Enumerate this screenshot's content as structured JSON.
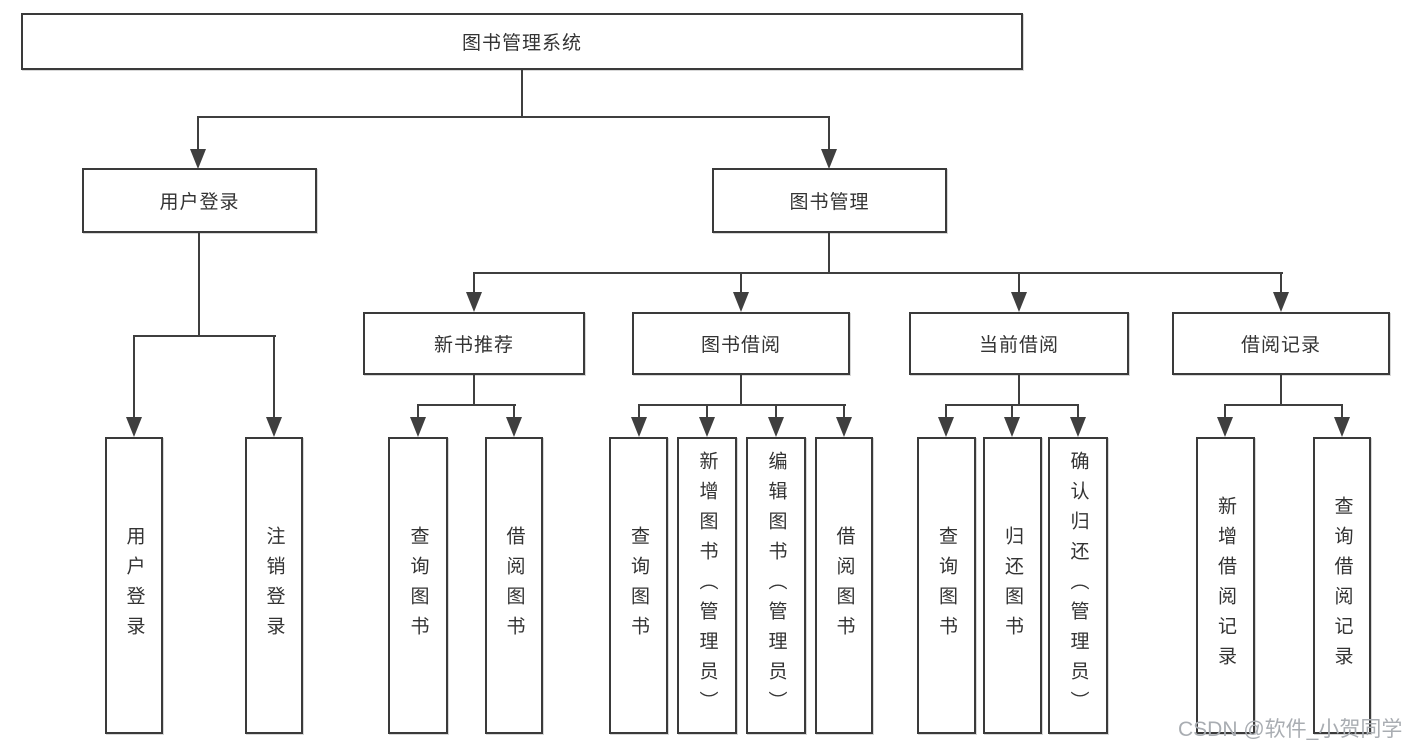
{
  "tree": {
    "root": {
      "label": "图书管理系统",
      "children": [
        {
          "label": "用户登录",
          "children": [
            {
              "label": "用户登录"
            },
            {
              "label": "注销登录"
            }
          ]
        },
        {
          "label": "图书管理",
          "children": [
            {
              "label": "新书推荐",
              "children": [
                {
                  "label": "查询图书"
                },
                {
                  "label": "借阅图书"
                }
              ]
            },
            {
              "label": "图书借阅",
              "children": [
                {
                  "label": "查询图书"
                },
                {
                  "label": "新增图书（管理员）"
                },
                {
                  "label": "编辑图书（管理员）"
                },
                {
                  "label": "借阅图书"
                }
              ]
            },
            {
              "label": "当前借阅",
              "children": [
                {
                  "label": "查询图书"
                },
                {
                  "label": "归还图书"
                },
                {
                  "label": "确认归还（管理员）"
                }
              ]
            },
            {
              "label": "借阅记录",
              "children": [
                {
                  "label": "新增借阅记录"
                },
                {
                  "label": "查询借阅记录"
                }
              ]
            }
          ]
        }
      ]
    }
  },
  "watermark": {
    "text": "CSDN @软件_小贺同学"
  },
  "colors": {
    "line": "#3f3f3f",
    "box_border": "#3a3a3a",
    "text": "#333333",
    "watermark": "#a9adb2",
    "background": "#ffffff"
  }
}
